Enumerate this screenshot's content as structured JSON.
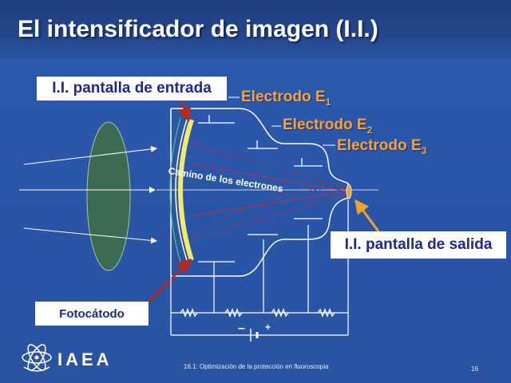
{
  "slide": {
    "title": "El intensificador de imagen (I.I.)"
  },
  "labels": {
    "input_screen": "I.I. pantalla de entrada",
    "output_screen": "I.I. pantalla de salida",
    "photocathode": "Fotocátodo",
    "electron_path": "Camino de los electrones",
    "electrode_1": {
      "text": "Electrodo E",
      "sub": "1"
    },
    "electrode_2": {
      "text": "Electrodo E",
      "sub": "2"
    },
    "electrode_3": {
      "text": "Electrodo E",
      "sub": "3"
    }
  },
  "circuit": {
    "minus": "–",
    "plus": "+"
  },
  "footer": {
    "logo": "IAEA",
    "caption": "16.1: Optimización de la protección en fluoroscopia",
    "page": "16"
  },
  "colors": {
    "background": "#2a55a7",
    "title_bar": "#1e3c7c",
    "electrode_text": "#f6a23a",
    "label_text": "#1b2a8c",
    "lens": "#3c6b52",
    "arrow": "#b42a1f",
    "output_arrow": "#f0a02c",
    "screen": "#f3ea6c",
    "electron_path": "#b8324a"
  }
}
